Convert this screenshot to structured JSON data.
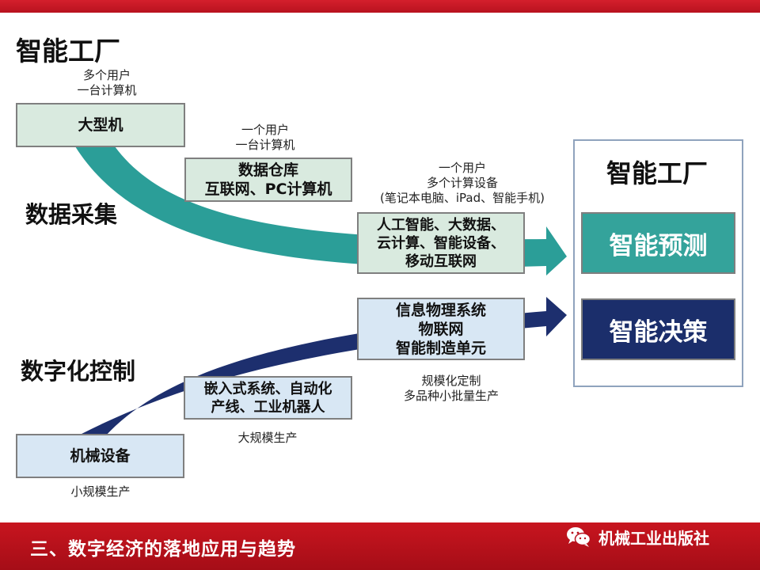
{
  "slide": {
    "title": "智能工厂",
    "footer": "三、数字经济的落地应用与趋势",
    "brand": "机械工业出版社"
  },
  "labels": {
    "data_collection": "数据采集",
    "digital_control": "数字化控制"
  },
  "upper_path": {
    "stage1": {
      "note": "多个用户\n一台计算机",
      "box": "大型机"
    },
    "stage2": {
      "note": "一个用户\n一台计算机",
      "box": "数据仓库\n互联网、PC计算机"
    },
    "stage3": {
      "note": "一个用户\n多个计算设备\n(笔记本电脑、iPad、智能手机)",
      "box": "人工智能、大数据、\n云计算、智能设备、\n移动互联网"
    }
  },
  "lower_path": {
    "stage1": {
      "box": "机械设备",
      "note": "小规模生产"
    },
    "stage2": {
      "box": "嵌入式系统、自动化\n产线、工业机器人",
      "note": "大规模生产"
    },
    "stage3": {
      "box": "信息物理系统\n物联网\n智能制造单元",
      "note": "规模化定制\n多品种小批量生产"
    }
  },
  "outcome": {
    "title": "智能工厂",
    "prediction": "智能预测",
    "decision": "智能决策"
  },
  "colors": {
    "teal_arrow": "#2b9e98",
    "navy_arrow": "#1d2f6e",
    "prediction_bg": "#34a39b",
    "decision_bg": "#1b2e6b",
    "bar_red": "#c8151f"
  }
}
